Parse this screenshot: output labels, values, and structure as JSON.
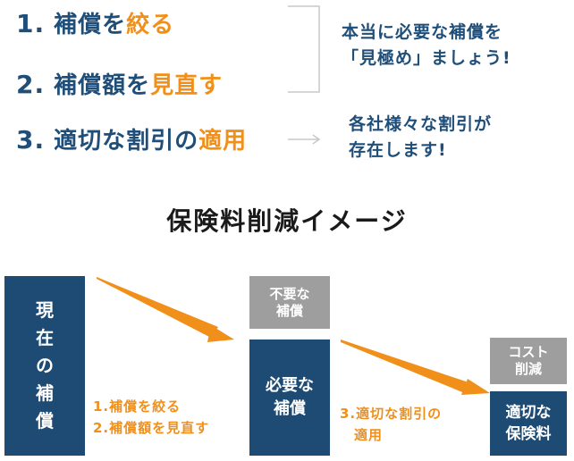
{
  "steps": [
    {
      "num": "1.",
      "text": "補償を",
      "highlight": "絞る",
      "after": ""
    },
    {
      "num": "2.",
      "text": "補償額を",
      "highlight": "見直す",
      "after": ""
    },
    {
      "num": "3.",
      "text": "適切な割引の",
      "highlight": "適用",
      "after": ""
    }
  ],
  "notes": {
    "note1_line1": "本当に必要な補償を",
    "note1_line2": "「見極め」ましょう!",
    "note2_line1": "各社様々な割引が",
    "note2_line2": "存在します!"
  },
  "diagram_title": "保険料削減イメージ",
  "diagram": {
    "current_box": [
      "現",
      "在",
      "の",
      "補",
      "償"
    ],
    "unneeded_box": [
      "不要な",
      "補償"
    ],
    "needed_box": [
      "必要な",
      "補償"
    ],
    "cost_box": [
      "コスト",
      "削減"
    ],
    "final_box": [
      "適切な",
      "保険料"
    ],
    "label_a_line1": "1.補償を絞る",
    "label_a_line2": "2.補償額を見直す",
    "label_b_line1": "3.適切な割引の",
    "label_b_line2": "適用"
  },
  "colors": {
    "navy": "#1e4b73",
    "orange": "#f0901b",
    "gray": "#9e9e9e"
  }
}
